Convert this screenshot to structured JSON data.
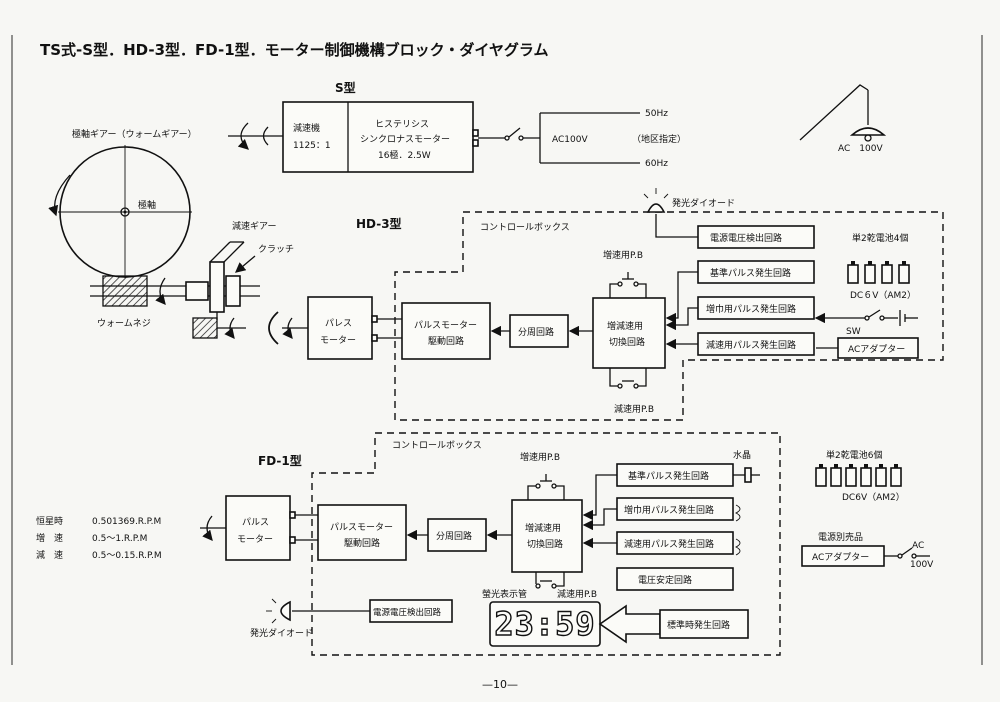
{
  "title": "TS式-S型．HD-3型．FD-1型．モーター制御機構ブロック・ダイヤグラム",
  "page_number": "—10—",
  "colors": {
    "ink": "#111111",
    "paper": "#f7f7f4"
  },
  "s_type": {
    "heading": "S型",
    "reducer_label": "減速機",
    "reducer_ratio": "1125：1",
    "motor_line1": "ヒステリシス",
    "motor_line2": "シンクロナスモーター",
    "motor_line3": "16極．2.5W",
    "ac_label": "AC100V",
    "freq_50": "50Hz",
    "freq_60": "60Hz",
    "region_note": "（地区指定）",
    "lamp_label": "AC　100V"
  },
  "mechanism": {
    "polar_gear": "極軸ギアー（ウォームギアー）",
    "polar_axis": "極軸",
    "reduction_gear": "減速ギアー",
    "clutch": "クラッチ",
    "worm_screw": "ウォームネジ"
  },
  "hd3": {
    "heading": "HD-3型",
    "control_box": "コントロールボックス",
    "led": "発光ダイオード",
    "voltage_detect": "電源電圧検出回路",
    "battery": "単2乾電池4個",
    "battery_spec": "DC６V（AM2）",
    "sw": "SW",
    "ac_adapter": "ACアダプター",
    "pb_up": "増速用P.B",
    "pb_down": "減速用P.B",
    "ref_pulse": "基準パルス発生回路",
    "up_pulse": "増巾用パルス発生回路",
    "down_pulse": "減速用パルス発生回路",
    "switch_line1": "増減速用",
    "switch_line2": "切換回路",
    "divider": "分周回路",
    "driver_line1": "パルスモーター",
    "driver_line2": "駆動回路",
    "motor_line1": "パレス",
    "motor_line2": "モーター"
  },
  "fd1": {
    "heading": "FD-1型",
    "control_box": "コントロールボックス",
    "pb_up": "増速用P.B",
    "pb_down": "減速用P.B",
    "crystal": "水晶",
    "ref_pulse": "基準パルス発生回路",
    "up_pulse": "増巾用パルス発生回路",
    "down_pulse": "減速用パルス発生回路",
    "regulator": "電圧安定回路",
    "switch_line1": "増減速用",
    "switch_line2": "切換回路",
    "divider": "分周回路",
    "driver_line1": "パルスモーター",
    "driver_line2": "駆動回路",
    "motor_line1": "パルス",
    "motor_line2": "モーター",
    "display_tube": "螢光表示管",
    "display_value": "23:59",
    "time_standard": "標準時発生回路",
    "voltage_detect": "電源電圧検出回路",
    "led": "発光ダイオード",
    "battery": "単2乾電池6個",
    "battery_spec": "DC6V（AM2）",
    "separate": "電源別売品",
    "ac_adapter": "ACアダプター",
    "ac": "AC",
    "ac_volt": "100V",
    "speeds": [
      {
        "name": "恒星時",
        "value": "0.501369.R.P.M"
      },
      {
        "name": "増　速",
        "value": "0.5～1.R.P.M"
      },
      {
        "name": "減　速",
        "value": "0.5～0.15.R.P.M"
      }
    ]
  }
}
